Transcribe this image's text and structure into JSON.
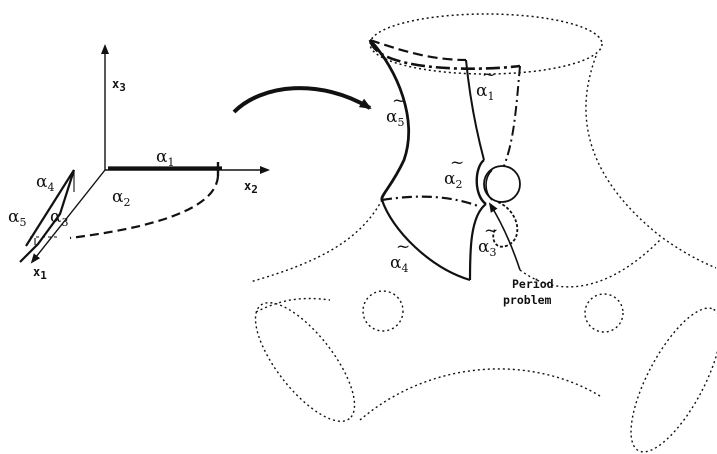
{
  "left_diagram": {
    "axes": {
      "x1": "x",
      "x1_sub": "1",
      "x2": "x",
      "x2_sub": "2",
      "x3": "x",
      "x3_sub": "3"
    },
    "curves": {
      "a1": "α",
      "a1_sub": "1",
      "a2": "α",
      "a2_sub": "2",
      "a3": "α",
      "a3_sub": "3",
      "a4": "α",
      "a4_sub": "4",
      "a5": "α",
      "a5_sub": "5"
    }
  },
  "right_diagram": {
    "curves": {
      "t1": "α",
      "t1_sub": "1",
      "t2": "α",
      "t2_sub": "2",
      "t3": "α",
      "t3_sub": "3",
      "t4": "α",
      "t4_sub": "4",
      "t5": "α",
      "t5_sub": "5",
      "tilde": "~"
    },
    "annotation": {
      "line1": "Period",
      "line2": "problem"
    }
  },
  "colors": {
    "ink": "#111111",
    "background": "#ffffff"
  }
}
